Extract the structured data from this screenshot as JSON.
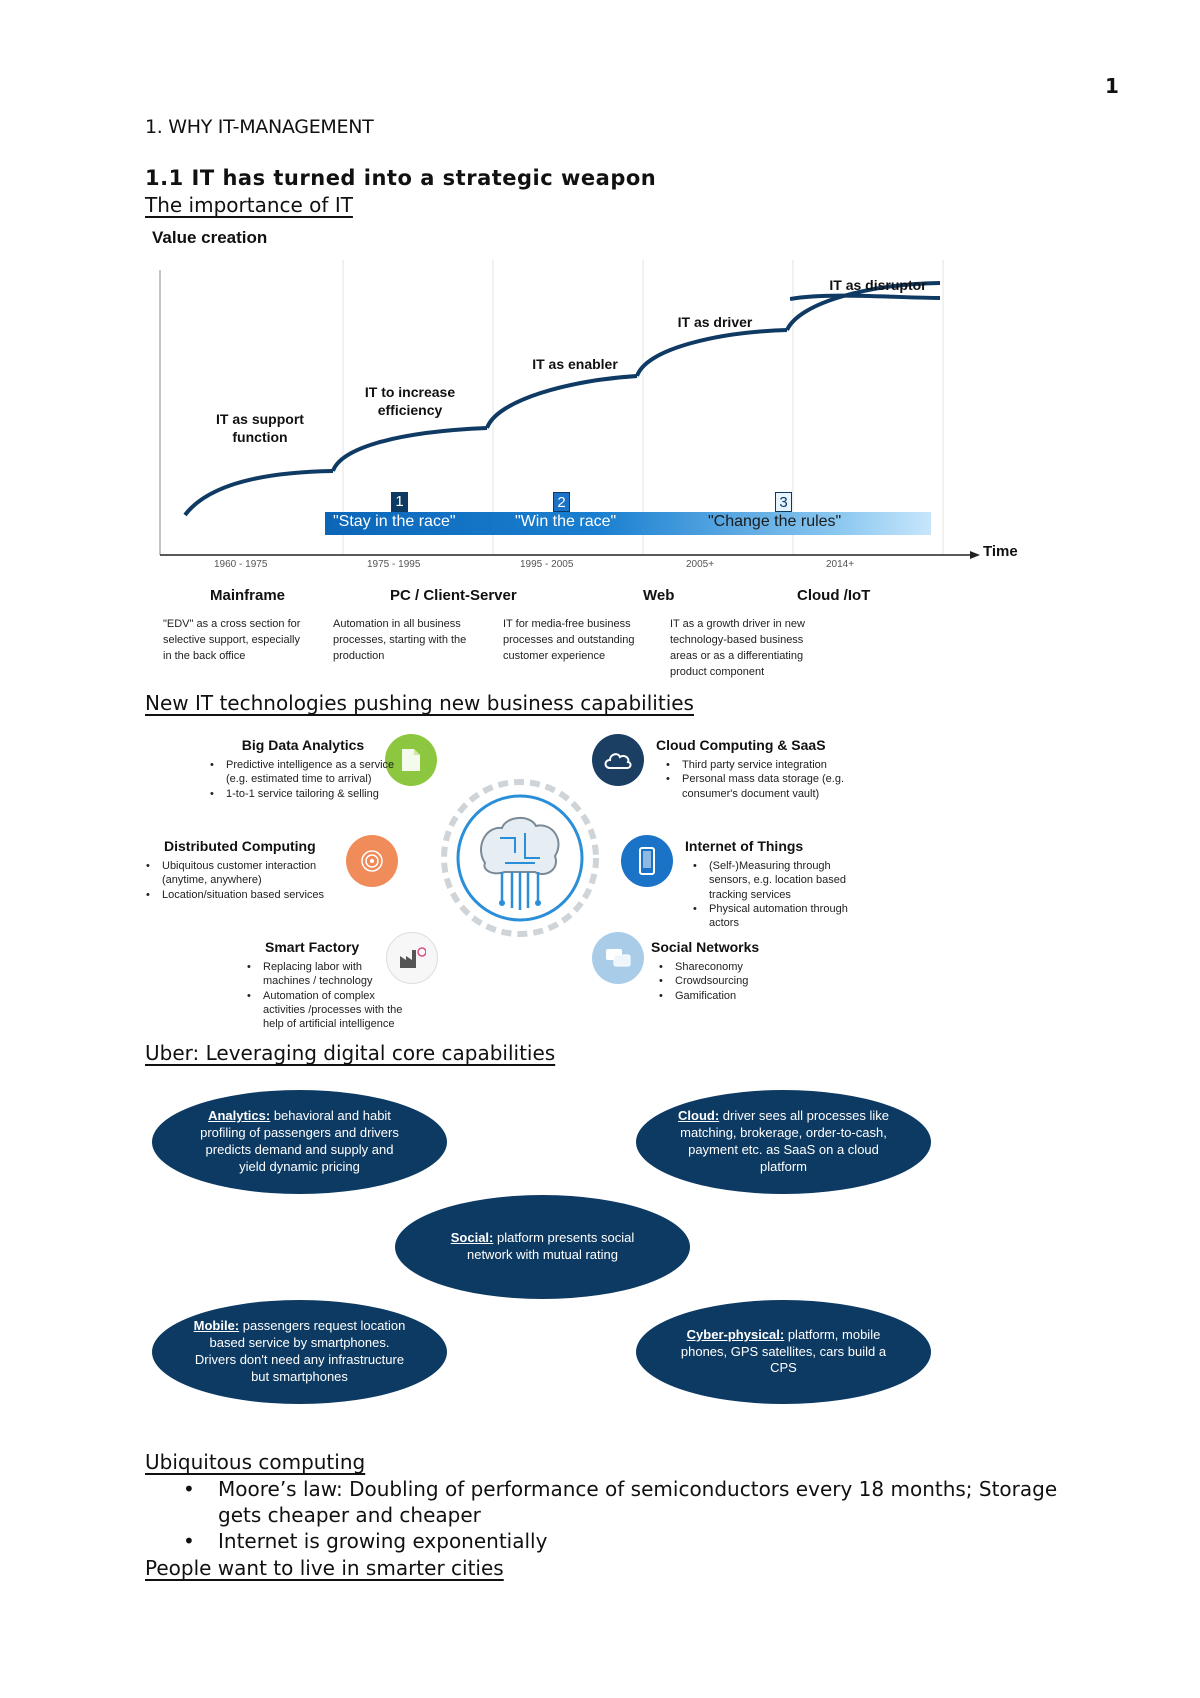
{
  "page_number": "1",
  "heading_1": "1.  WHY IT-MANAGEMENT",
  "heading_2": "1.1  IT has turned into a strategic weapon",
  "section_importance": "The importance of IT",
  "value_chart": {
    "y_label": "Value creation",
    "x_label": "Time",
    "eras": [
      "IT as support function",
      "IT to increase efficiency",
      "IT as enabler",
      "IT as driver",
      "IT as disruptor"
    ],
    "ticks": [
      "1960 - 1975",
      "1975 - 1995",
      "1995 - 2005",
      "2005+",
      "2014+"
    ],
    "race": {
      "numbers": [
        "1",
        "2",
        "3"
      ],
      "labels": [
        "\"Stay in the race\"",
        "\"Win the race\"",
        "\"Change the rules\""
      ]
    },
    "platforms": [
      {
        "name": "Mainframe",
        "desc": "\"EDV\" as a cross section for selective support, especially in the back office"
      },
      {
        "name": "PC / Client-Server",
        "desc": "Automation in all business processes, starting with the production"
      },
      {
        "name": "Web",
        "desc": "IT for media-free business processes and outstanding customer experience"
      },
      {
        "name": "Cloud /IoT",
        "desc": "IT as a growth driver in new technology-based business areas or as a differentiating product component"
      }
    ]
  },
  "section_new_tech": "New IT technologies pushing new business capabilities ",
  "capabilities": {
    "big_data": {
      "title": "Big Data Analytics",
      "items": [
        "Predictive intelligence as a service (e.g. estimated time to arrival)",
        "1-to-1 service tailoring & selling"
      ]
    },
    "cloud": {
      "title": "Cloud Computing & SaaS",
      "items": [
        "Third party service integration",
        "Personal mass data storage (e.g. consumer's document vault)"
      ]
    },
    "distributed": {
      "title": "Distributed Computing",
      "items": [
        "Ubiquitous customer interaction (anytime, anywhere)",
        "Location/situation based services"
      ]
    },
    "iot": {
      "title": "Internet of Things",
      "items": [
        "(Self-)Measuring through sensors, e.g. location based tracking services",
        "Physical automation through actors"
      ]
    },
    "smart_factory": {
      "title": "Smart Factory",
      "items": [
        "Replacing labor with machines / technology",
        "Automation of complex activities /processes with the help of artificial intelligence"
      ]
    },
    "social": {
      "title": "Social Networks",
      "items": [
        "Shareconomy",
        "Crowdsourcing",
        "Gamification"
      ]
    }
  },
  "colors": {
    "big_data": "#8dc63f",
    "cloud": "#1b3f63",
    "distributed": "#f08c5a",
    "iot": "#1a73c7",
    "smart_factory": "#f7f7f7",
    "social": "#a9cde9",
    "ellipse": "#0d3a63"
  },
  "icons": {
    "big_data": "document-icon",
    "cloud": "cloud-icon",
    "distributed": "fingerprint-icon",
    "iot": "smartphone-icon",
    "smart_factory": "factory-icon",
    "social": "chat-bubbles-icon",
    "center": "brain-circuit-gear-icon"
  },
  "section_uber": "Uber: Leveraging digital core capabilities ",
  "uber": [
    {
      "label": "Analytics:",
      "text": " behavioral and habit profiling of passengers and drivers predicts demand and supply and yield dynamic pricing"
    },
    {
      "label": "Cloud:",
      "text": " driver sees all processes like matching, brokerage, order-to-cash, payment etc. as SaaS on a cloud platform"
    },
    {
      "label": "Social:",
      "text": " platform presents social network with mutual rating"
    },
    {
      "label": "Mobile:",
      "text": " passengers request location based service by smartphones. Drivers don't need any infrastructure but smartphones"
    },
    {
      "label": "Cyber-physical:",
      "text": " platform, mobile phones, GPS satellites, cars build a CPS"
    }
  ],
  "section_ubiquitous": "Ubiquitous computing ",
  "bullets": [
    "Moore’s law: Doubling of performance of semiconductors every 18 months; Storage gets cheaper and cheaper",
    "Internet is growing exponentially"
  ],
  "section_smart_cities": "People want to live in smarter cities "
}
